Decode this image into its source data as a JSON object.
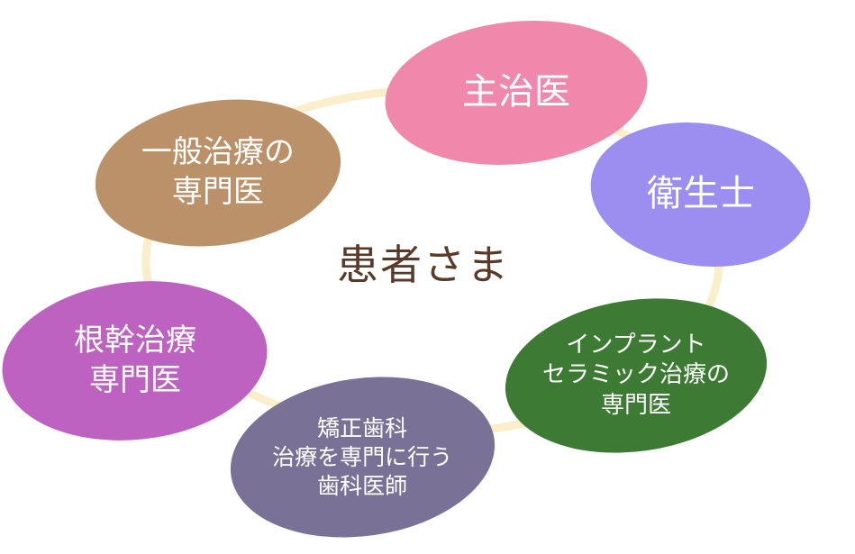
{
  "center": {
    "label": "患者さま"
  },
  "ring": {
    "color": "#fbeecb"
  },
  "nodes": [
    {
      "id": "primary",
      "label": "主治医",
      "color": "#ef88ab"
    },
    {
      "id": "hygienist",
      "label": "衛生士",
      "color": "#9b8ef0"
    },
    {
      "id": "implant",
      "label": "インプラント\nセラミック治療の\n専門医",
      "color": "#3d7a33"
    },
    {
      "id": "ortho",
      "label": "矯正歯科\n治療を専門に行う\n歯科医師",
      "color": "#7a7196"
    },
    {
      "id": "endo",
      "label": "根幹治療\n専門医",
      "color": "#bd62c0"
    },
    {
      "id": "general",
      "label": "一般治療の\n専門医",
      "color": "#bb9169"
    }
  ]
}
